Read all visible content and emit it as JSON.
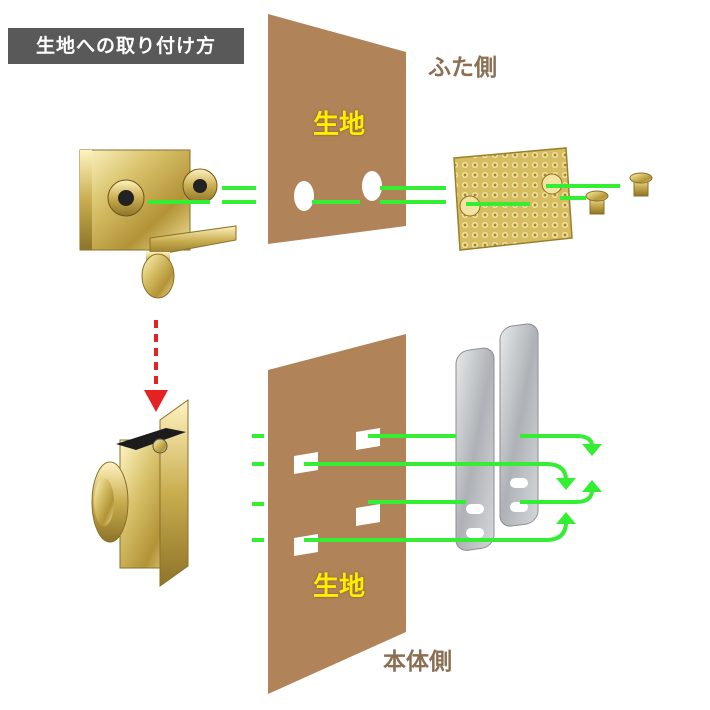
{
  "title": "生地への取り付け方",
  "labels": {
    "lid_side": "ふた側",
    "body_side": "本体側",
    "fabric_top": "生地",
    "fabric_bottom": "生地"
  },
  "colors": {
    "title_bg": "#595959",
    "side_label": "#8b6f53",
    "fabric": "#b08358",
    "fabric_text": "#ffee00",
    "guide_line": "#33ee33",
    "drop_arrow": "#e52222",
    "metal_gold": "#d6c26a",
    "metal_silver": "#b8bcc0"
  },
  "icons": {
    "drop_arrow": "arrow-down-dashed-icon",
    "flow_arrow": "arrow-curve-right-icon",
    "screw": "screw-icon"
  }
}
